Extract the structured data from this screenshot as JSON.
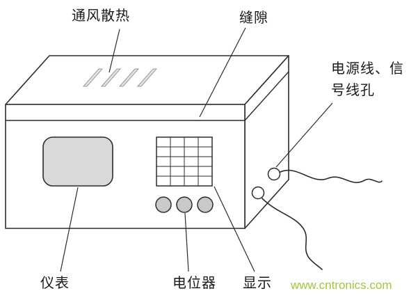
{
  "diagram": {
    "labels": {
      "ventilation": "通风散热",
      "gap": "缝隙",
      "cable_holes_line1": "电源线、信",
      "cable_holes_line2": "号线孔",
      "meter": "仪表",
      "potentiometer": "电位器",
      "display": "显示"
    },
    "watermark": "www.cntronics.com",
    "colors": {
      "line": "#2b2b2b",
      "text": "#1a1a1a",
      "bg": "#ffffff",
      "panel_fill": "#d9d9d9",
      "knob_fill": "#c9c9c9",
      "vent_fill": "#e2e2e2",
      "vent_stroke": "#9a9a9a",
      "watermark": "#9ec73d"
    }
  }
}
